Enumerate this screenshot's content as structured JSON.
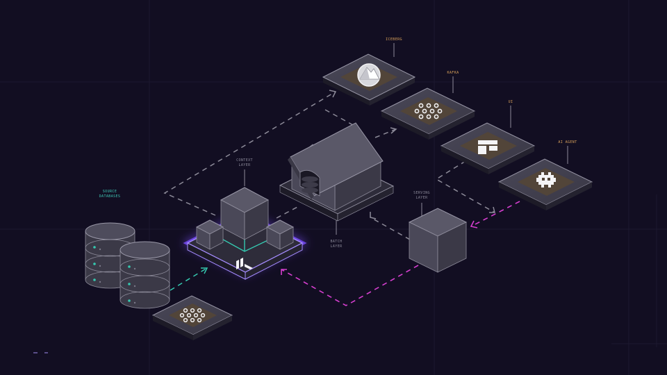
{
  "labels": {
    "iceberg": "ICEBERG",
    "kafka": "KAFKA",
    "ui": "UI",
    "ai_agent": "AI AGENT",
    "context_1": "CONTEXT",
    "context_2": "LAYER",
    "source_1": "SOURCE",
    "source_2": "DATABASES",
    "serving_1": "SERVING",
    "serving_2": "LAYER",
    "batch_1": "BATCH",
    "batch_2": "LAYER"
  },
  "colors": {
    "background": "#120e22",
    "label_orange": "#d9a15a",
    "label_teal": "#3ec6b4",
    "label_gray": "#8c8a9a",
    "flow_gray": "#8d8b99",
    "flow_teal": "#35c9b0",
    "flow_magenta": "#d63fd0",
    "accent_purple": "#7b4dff"
  },
  "icons": {
    "iceberg": "iceberg-logo-icon",
    "kafka": "kafka-logo-icon",
    "ui": "ui-app-logo-icon",
    "ai_agent": "ai-agent-robot-icon",
    "platform": "platform-logo-icon"
  }
}
